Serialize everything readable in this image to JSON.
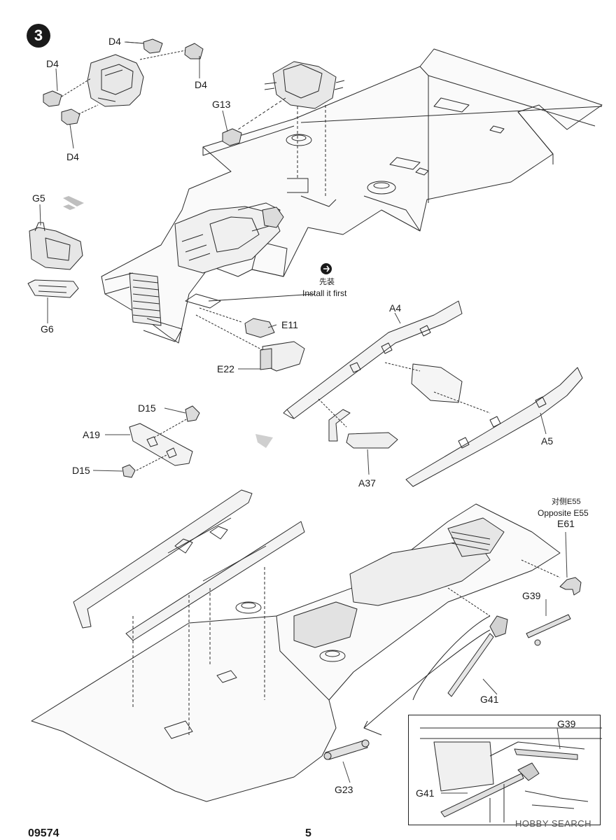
{
  "step": {
    "number": "3"
  },
  "install_first": {
    "chinese": "先装",
    "english": "Install it first"
  },
  "opposite_note": {
    "chinese": "对侧E55",
    "english": "Opposite E55"
  },
  "labels": {
    "d4_top": "D4",
    "d4_left": "D4",
    "d4_right": "D4",
    "d4_bottom": "D4",
    "g13": "G13",
    "g5": "G5",
    "g6": "G6",
    "e11": "E11",
    "e22": "E22",
    "a4": "A4",
    "a5": "A5",
    "a19": "A19",
    "a37": "A37",
    "d15_top": "D15",
    "d15_bottom": "D15",
    "e61": "E61",
    "g39": "G39",
    "g41": "G41",
    "g23": "G23",
    "inset_g39": "G39",
    "inset_g41": "G41"
  },
  "footer": {
    "product_code": "09574",
    "page_number": "5"
  },
  "watermark": "HOBBY SEARCH"
}
